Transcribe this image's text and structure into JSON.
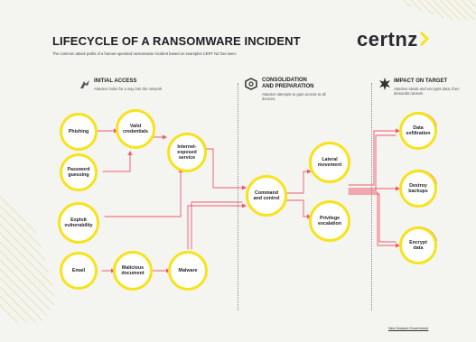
{
  "header": {
    "title": "LIFECYCLE OF A RANSOMWARE INCIDENT",
    "subtitle": "The common attack paths of a human-operated ransomware incident based on examples CERT NZ has seen:",
    "brand": "certnz"
  },
  "sections": {
    "initial": {
      "title": "INITIAL ACCESS",
      "desc": "Attacker looks for a way into the network"
    },
    "consolidation": {
      "title_line1": "CONSOLIDATION",
      "title_line2": "AND PREPARATION",
      "desc": "Attacker attempts to gain access to all devices."
    },
    "impact": {
      "title": "IMPACT ON TARGET",
      "desc": "Attacker steals and encrypts data, then demands ransom"
    }
  },
  "nodes": {
    "phishing": "Phishing",
    "valid_credentials": "Valid credentials",
    "internet_service": "Internet-exposed service",
    "password_guessing": "Password guessing",
    "exploit_vulnerability": "Exploit vulnerability",
    "email": "Email",
    "malicious_document": "Malicious document",
    "malware": "Malware",
    "command_control": "Command and control",
    "lateral_movement": "Lateral movement",
    "privilege_escalation": "Privilege escalation",
    "data_exfiltration": "Data exfiltration",
    "destroy_backups": "Destroy backups",
    "encrypt_data": "Encrypt data"
  },
  "footer": "New Zealand Government",
  "colors": {
    "accent_yellow": "#f6e31a",
    "path_pink": "#ee5a6a",
    "text_dark": "#1f1f24"
  },
  "icons": [
    "attacker-icon",
    "hexagon-icon",
    "explosion-icon"
  ]
}
